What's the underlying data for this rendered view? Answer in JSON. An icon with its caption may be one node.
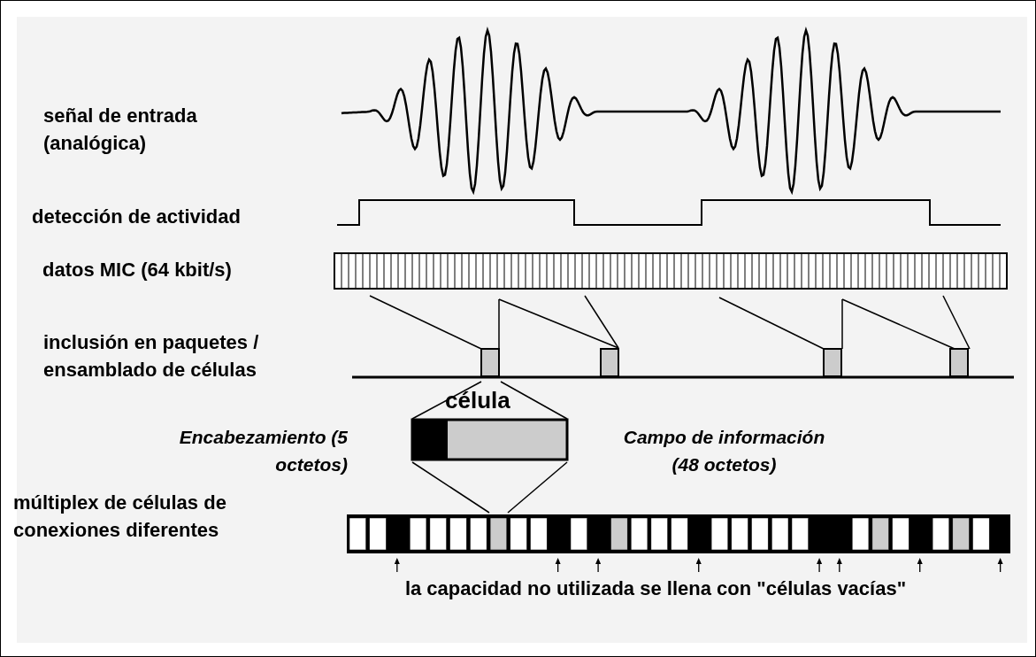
{
  "diagram": {
    "labels": [
      "señal de entrada (analógica)",
      "detección de actividad",
      "datos MIC (64 kbit/s)",
      "inclusión en paquetes / ensamblado de células",
      "célula",
      "Encabezamiento (5 octetos)",
      "Campo de información (48 octetos)",
      "múltiplex de células de conexiones diferentes",
      "la capacidad no utilizada se llena con \"células vacías\""
    ]
  }
}
